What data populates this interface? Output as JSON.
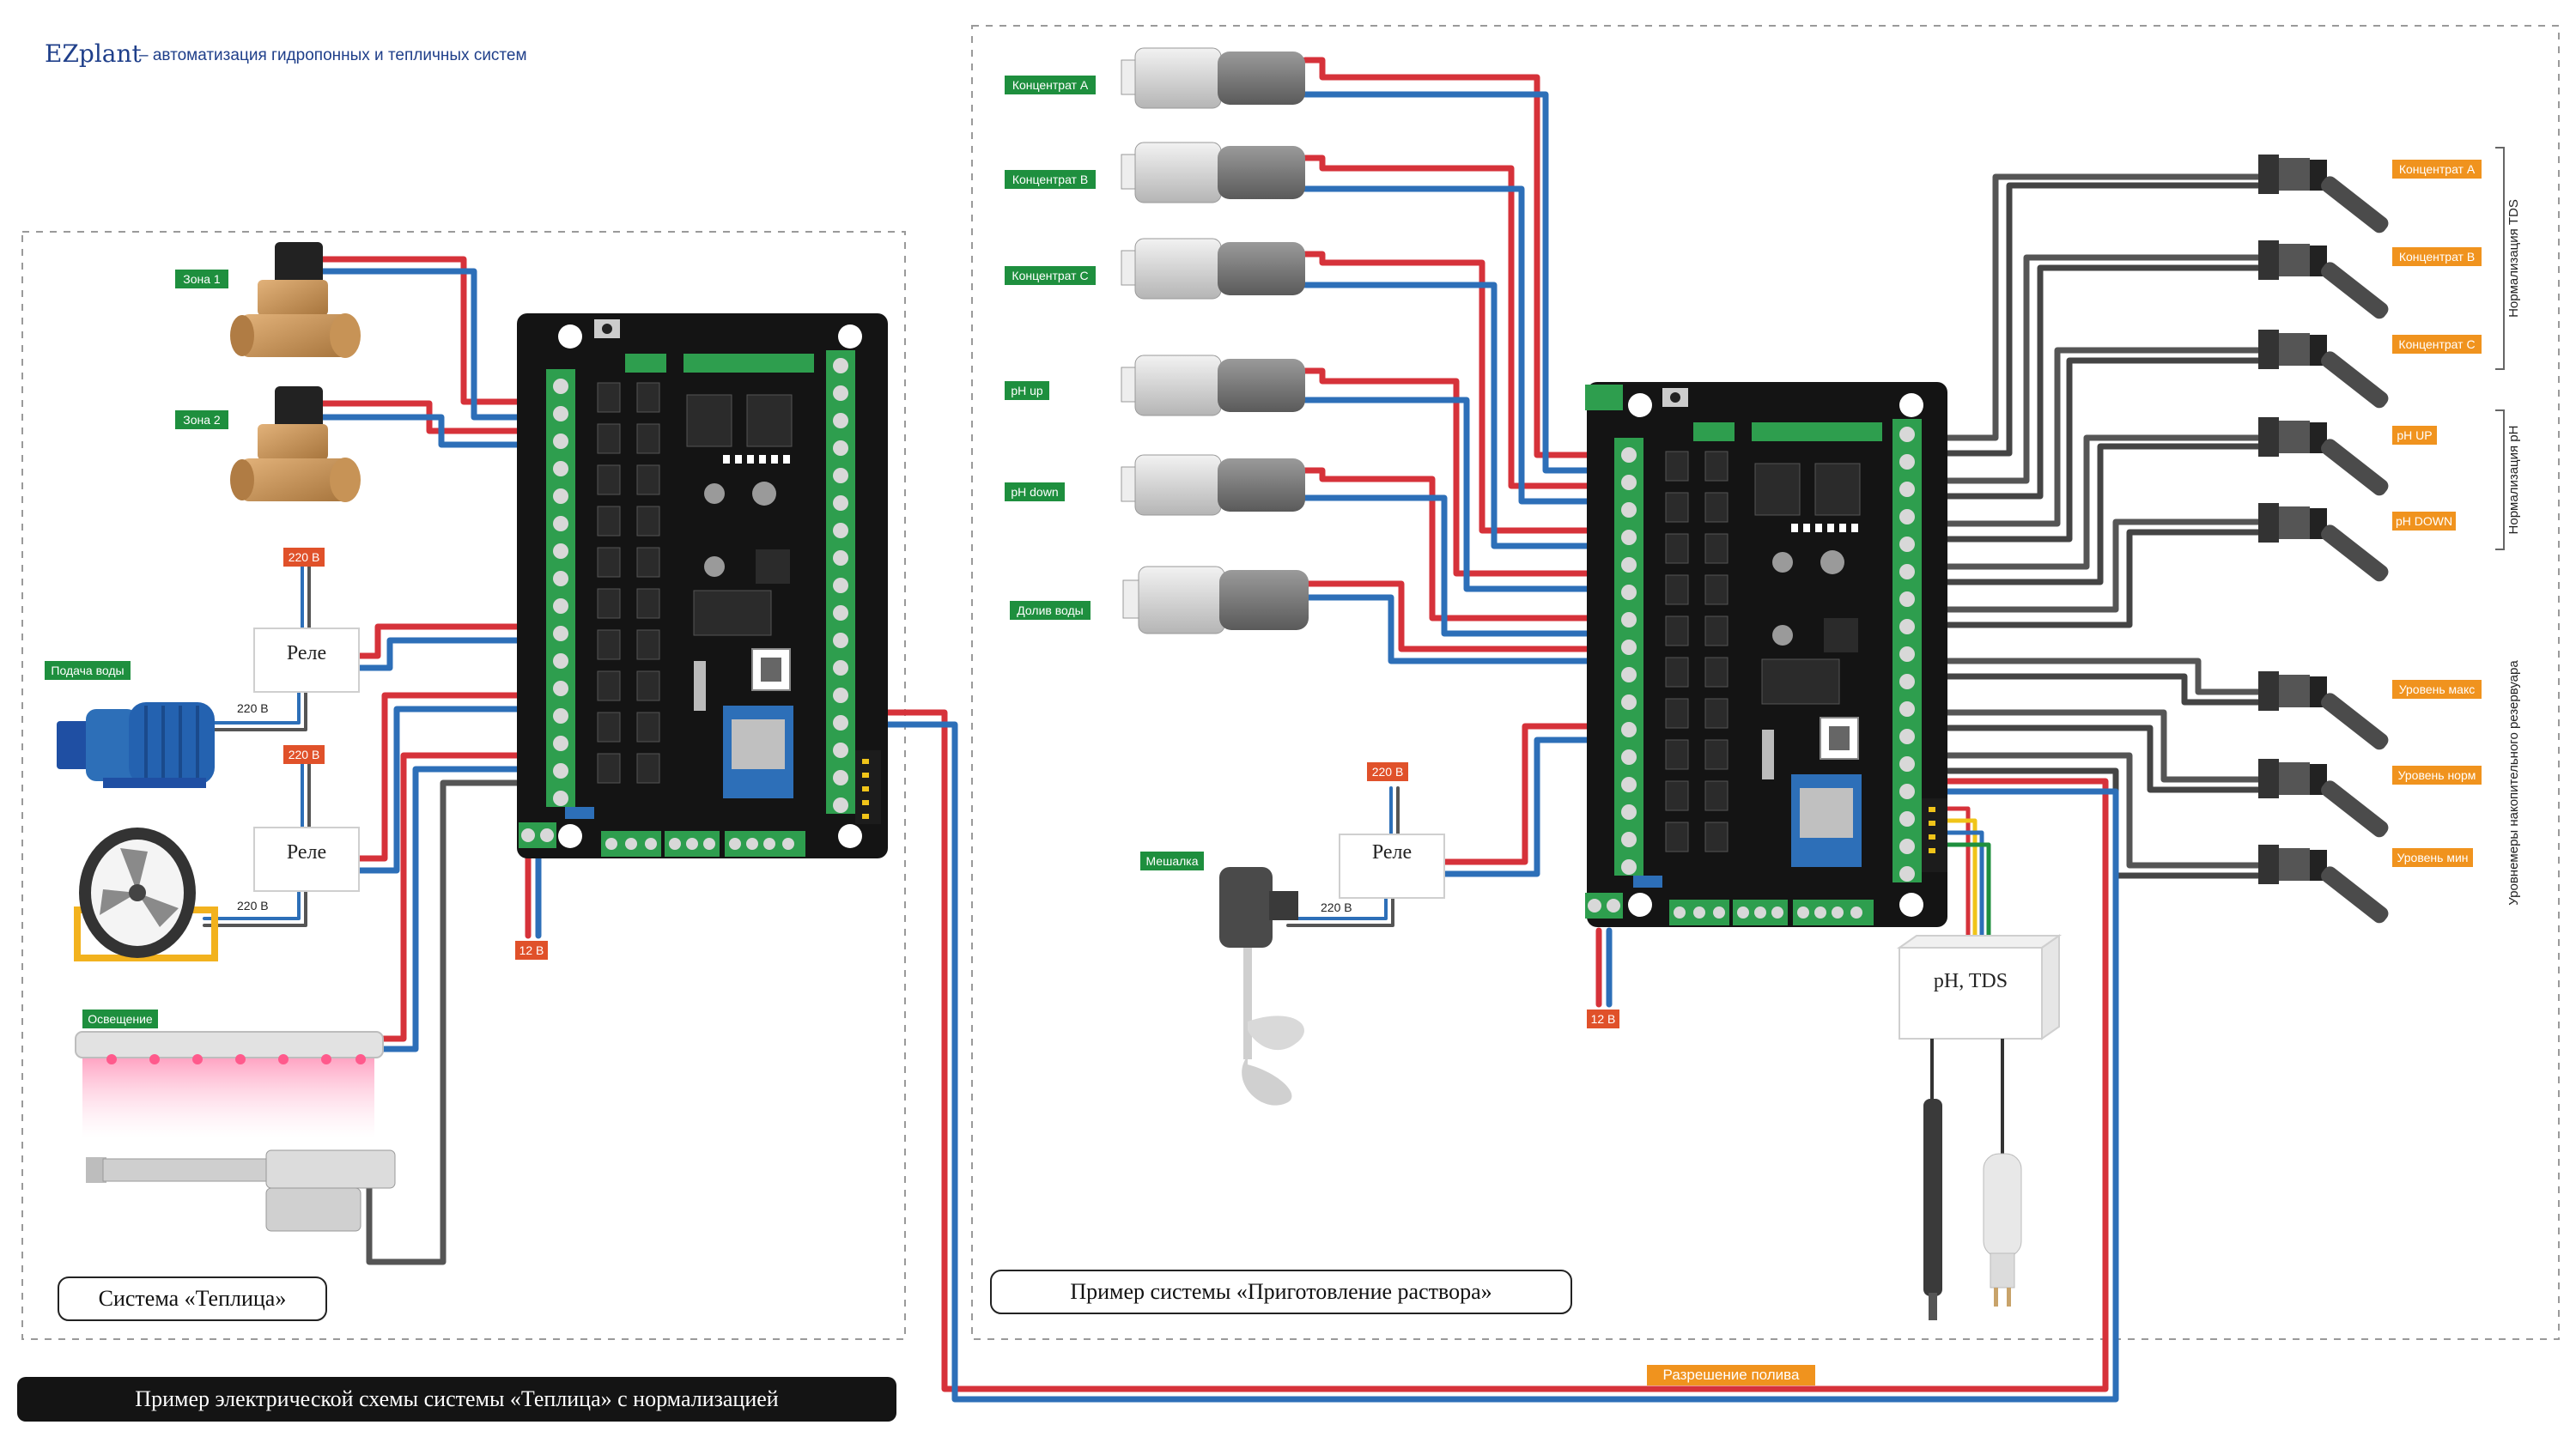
{
  "header": {
    "brand": "EZplant",
    "tagline": "– автоматизация гидропонных и тепличных систем"
  },
  "footer": {
    "caption": "Пример электрической схемы системы «Теплица» с нормализацией"
  },
  "left_system": {
    "title": "Система «Теплица»",
    "tags": {
      "zone1": "Зона 1",
      "zone2": "Зона 2",
      "water_supply": "Подача воды",
      "lighting": "Освещение"
    },
    "relay_label": "Реле",
    "voltage_220": "220 В",
    "voltage_12": "12 В"
  },
  "right_system": {
    "title": "Пример системы «Приготовление раствора»",
    "left_tags": {
      "conc_a": "Концентрат A",
      "conc_b": "Концентрат B",
      "conc_c": "Концентрат C",
      "ph_up": "pH up",
      "ph_down": "pH down",
      "water_refill": "Долив воды",
      "mixer": "Мешалка"
    },
    "right_tags": {
      "conc_a": "Концентрат A",
      "conc_b": "Концентрат B",
      "conc_c": "Концентрат C",
      "ph_up": "pH UP",
      "ph_down": "pH DOWN",
      "level_max": "Уровень макс",
      "level_norm": "Уровень норм",
      "level_min": "Уровень мин"
    },
    "groups": {
      "tds": "Нормализация TDS",
      "ph": "Нормализация pH",
      "level": "Уровнемеры накопительного резервуара"
    },
    "sensor_box": "pH, TDS",
    "relay_label": "Реле",
    "voltage_220": "220 В",
    "voltage_12": "12 В",
    "watering_permit": "Разрешение полива"
  },
  "colors": {
    "wire_red": "#d6323a",
    "wire_blue": "#2d6fb8",
    "wire_gray": "#555555",
    "tag_green": "#1e8f3e",
    "tag_orange": "#f0931e",
    "tag_red": "#e0512a",
    "board": "#141414",
    "terminal_green": "#2e9e4e"
  }
}
